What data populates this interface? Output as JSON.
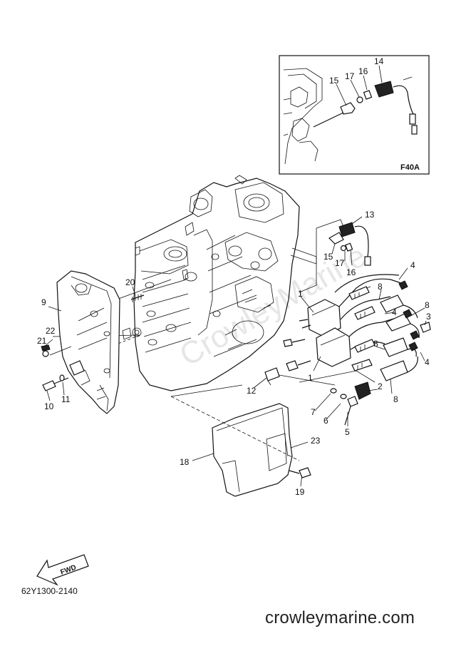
{
  "diagram": {
    "callouts": [
      "1",
      "1",
      "2",
      "3",
      "4",
      "4",
      "4",
      "5",
      "6",
      "7",
      "8",
      "8",
      "8",
      "8",
      "9",
      "10",
      "11",
      "12",
      "13",
      "14",
      "15",
      "15",
      "16",
      "16",
      "17",
      "17",
      "18",
      "19",
      "20",
      "21",
      "22",
      "23"
    ],
    "inset_label": "F40A",
    "fwd_label": "FWD",
    "part_ref": "62Y1300-2140",
    "watermark": "CrowleyMarine",
    "site": "crowleymarine.com"
  }
}
